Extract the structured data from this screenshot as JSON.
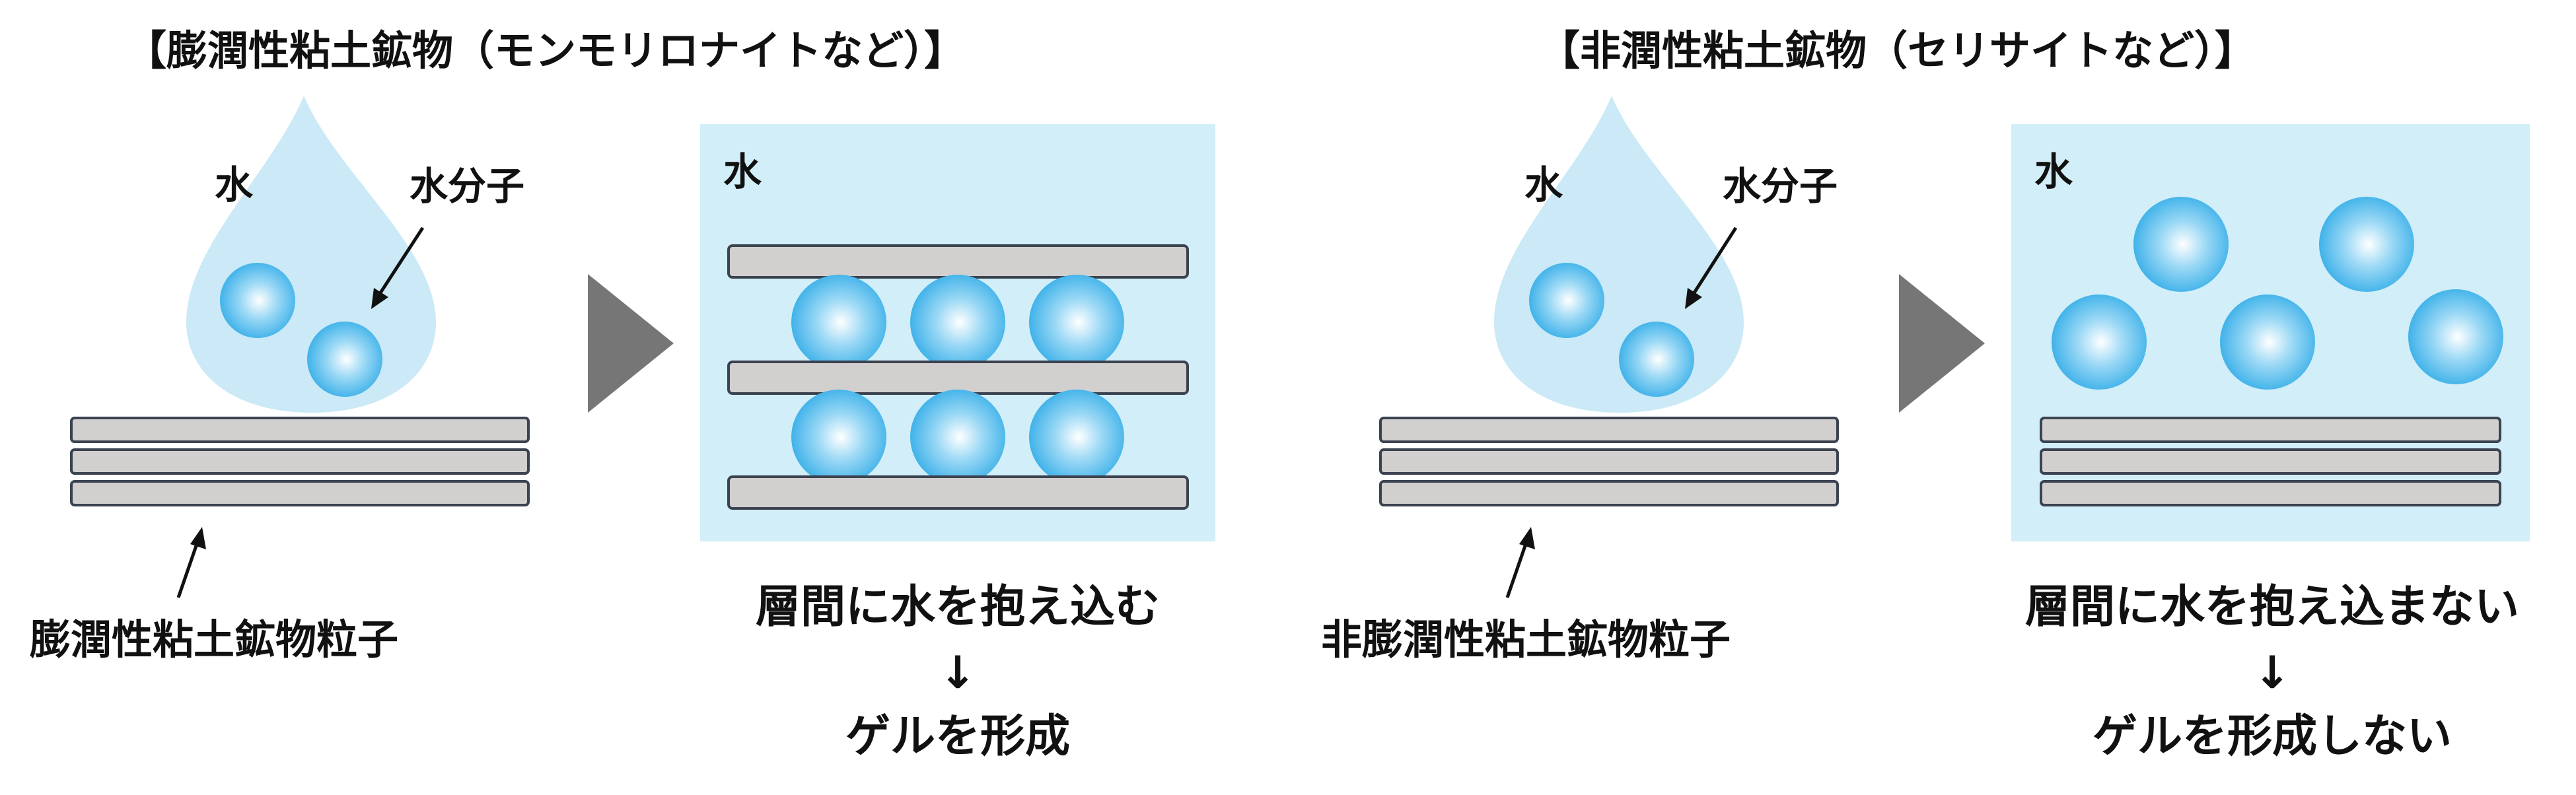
{
  "left": {
    "title": "【膨潤性粘土鉱物（モンモリロナイトなど）】",
    "drop_label": "水",
    "molecule_label": "水分子",
    "particle_label": "膨潤性粘土鉱物粒子",
    "box_label": "水",
    "result_line1": "層間に水を抱え込む",
    "arrow_glyph": "↓",
    "result_line2": "ゲルを形成"
  },
  "right": {
    "title": "【非潤性粘土鉱物（セリサイトなど）】",
    "drop_label": "水",
    "molecule_label": "水分子",
    "particle_label": "非膨潤性粘土鉱物粒子",
    "box_label": "水",
    "result_line1": "層間に水を抱え込まない",
    "arrow_glyph": "↓",
    "result_line2": "ゲルを形成しない"
  },
  "colors": {
    "drop": "#cbe9f6",
    "box": "#d2eef8",
    "plate": "#d2cfcf",
    "plate_stroke": "#3b4350",
    "molecule_center": "#ffffff",
    "molecule_edge": "#36aee8",
    "triangle": "#767676"
  }
}
